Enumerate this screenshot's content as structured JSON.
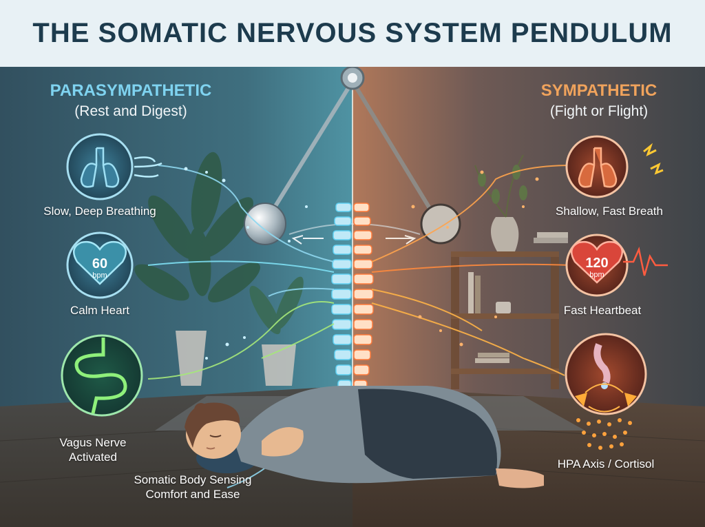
{
  "title": "THE SOMATIC NERVOUS SYSTEM PENDULUM",
  "left": {
    "heading": "PARASYMPATHETIC",
    "subheading": "(Rest and Digest)",
    "color": "#7fd3f0",
    "items": [
      {
        "label": "Slow, Deep Breathing",
        "icon": "lungs-icon"
      },
      {
        "label": "Calm Heart",
        "icon": "heart-icon",
        "value": "60",
        "unit": "bpm"
      },
      {
        "label": "Vagus Nerve Activated",
        "icon": "intestine-icon"
      }
    ],
    "body_label": "Somatic Body Sensing Comfort and Ease"
  },
  "right": {
    "heading": "SYMPATHETIC",
    "subheading": "(Fight or Flight)",
    "color": "#f0a35c",
    "items": [
      {
        "label": "Shallow, Fast Breath",
        "icon": "lungs-icon"
      },
      {
        "label": "Fast Heartbeat",
        "icon": "heart-icon",
        "value": "120",
        "unit": "bpm"
      },
      {
        "label": "HPA Axis / Cortisol",
        "icon": "adrenal-icon"
      }
    ]
  }
}
